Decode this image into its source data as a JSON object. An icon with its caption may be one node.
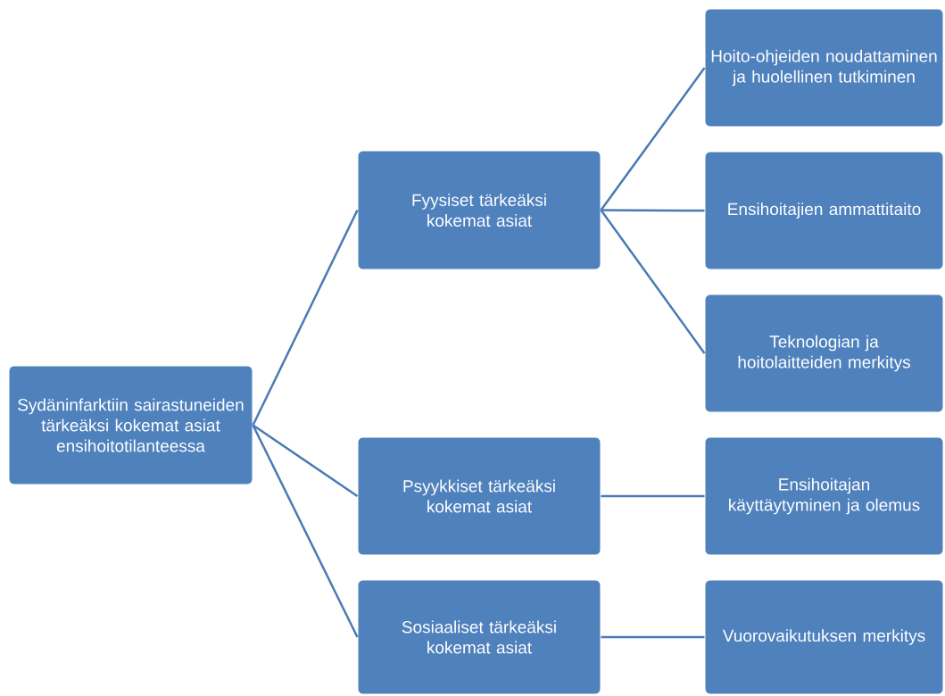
{
  "diagram": {
    "nodes": [
      {
        "text": [
          "Sydäninfarktiin sairastuneiden tärkeäksi kokemat asiat ensihoitotilanteessa"
        ]
      },
      {
        "text": [
          "Fyysiset tärkeäksi kokemat asiat"
        ]
      },
      {
        "text": [
          "Hoito-ohjeiden noudattaminen ja huolellinen tutkiminen"
        ]
      },
      {
        "text": [
          "Ensihoitajien ammattitaito"
        ]
      },
      {
        "text": [
          "Teknologian ja hoitolaitteiden merkitys"
        ]
      },
      {
        "text": [
          "Psyykkiset tärkeäksi kokemat asiat"
        ]
      },
      {
        "text": [
          "Ensihoitajan käyttäytyminen ja olemus"
        ]
      },
      {
        "text": [
          "Sosiaaliset tärkeäksi kokemat asiat"
        ]
      },
      {
        "text": [
          "Vuorovaikutuksen merkitys"
        ]
      }
    ],
    "edges": [
      {
        "from": 0,
        "to": 1,
        "arrow": "none"
      },
      {
        "from": 0,
        "to": 5,
        "arrow": "none"
      },
      {
        "from": 0,
        "to": 7,
        "arrow": "none"
      },
      {
        "from": 1,
        "to": 2,
        "arrow": "none"
      },
      {
        "from": 1,
        "to": 3,
        "arrow": "none"
      },
      {
        "from": 1,
        "to": 4,
        "arrow": "none"
      },
      {
        "from": 5,
        "to": 6,
        "arrow": "none"
      },
      {
        "from": 7,
        "to": 8,
        "arrow": "none"
      }
    ]
  }
}
